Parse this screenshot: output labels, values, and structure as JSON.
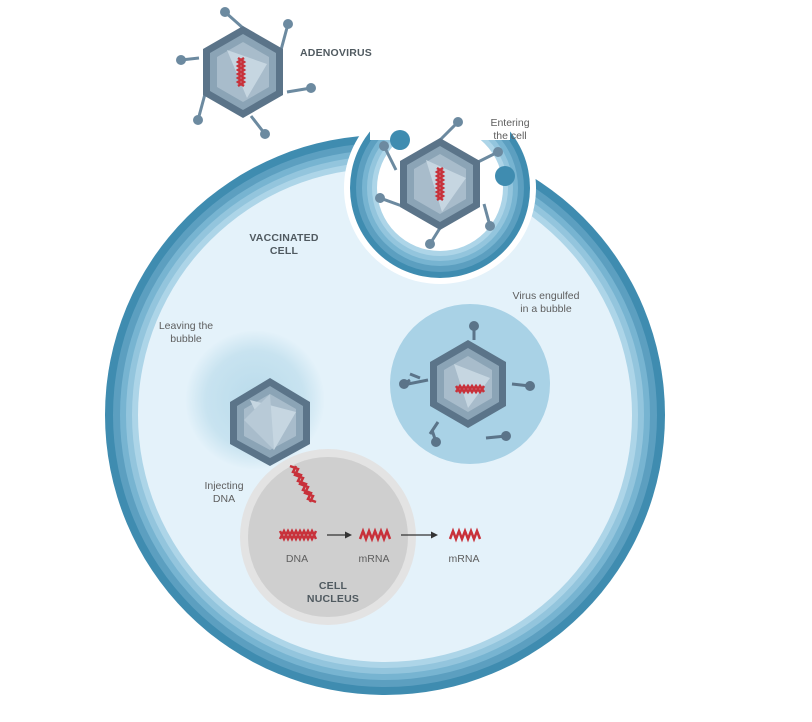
{
  "labels": {
    "adenovirus": "ADENOVIRUS",
    "entering": [
      "Entering",
      "the cell"
    ],
    "vaccinated_cell": [
      "VACCINATED",
      "CELL"
    ],
    "engulfed": [
      "Virus engulfed",
      "in a bubble"
    ],
    "leaving": [
      "Leaving the",
      "bubble"
    ],
    "injecting": [
      "Injecting",
      "DNA"
    ],
    "dna": "DNA",
    "mrna_1": "mRNA",
    "mrna_2": "mRNA",
    "nucleus": [
      "CELL",
      "NUCLEUS"
    ]
  },
  "colors": {
    "membrane_dark": "#3f8cb0",
    "membrane_mid": "#77b4d1",
    "membrane_light": "#a9d3e6",
    "cytoplasm": "#e4f2fa",
    "bubble": "#a9d2e6",
    "nucleus": "#cfcfcf",
    "nucleus_rim": "#e0e0e0",
    "virus_dark": "#5b7489",
    "virus_mid": "#8ba4b6",
    "virus_light": "#c6d6e1",
    "dna_red": "#c8313a"
  }
}
